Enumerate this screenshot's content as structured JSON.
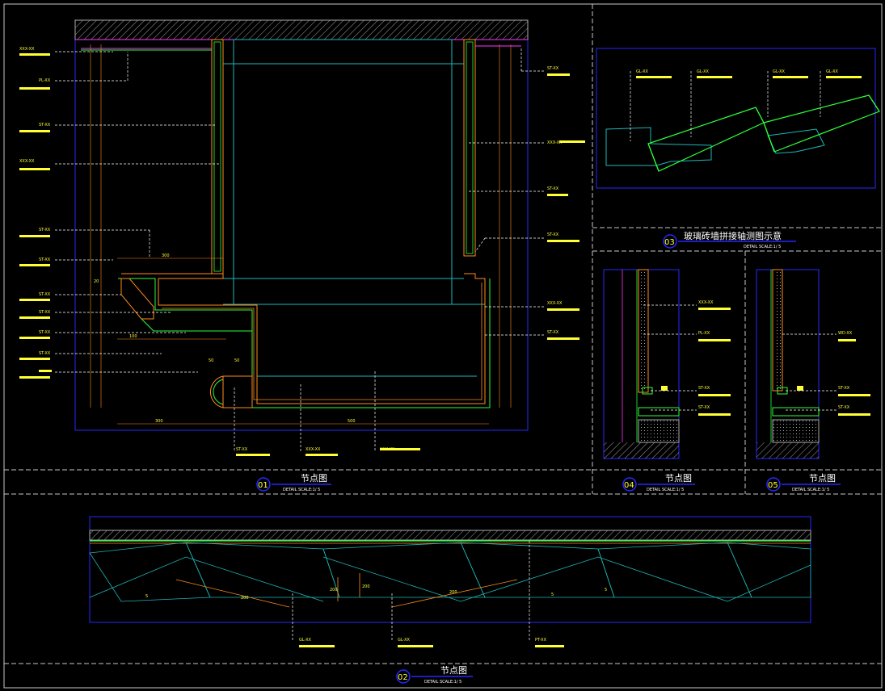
{
  "colors": {
    "background": "#000000",
    "frame": "#c8c8c8",
    "blue_line": "#2828ff",
    "cyan_line": "#1fb6b6",
    "green_line": "#2cff3a",
    "orange_line": "#ff8c1a",
    "yellow_text": "#ffff33",
    "magenta_line": "#ff33ff",
    "white_text": "#ffffff"
  },
  "detail_01": {
    "number": "01",
    "title": "节点图",
    "scale": "DETAIL   SCALE:1/ 5",
    "left_labels": [
      "XXX-XX",
      "PL-XX",
      "ST-XX",
      "XXX-XX",
      "ST-XX",
      "ST-XX",
      "ST-XX",
      "ST-XX",
      "ST-XX",
      "ST-XX"
    ],
    "right_labels": [
      "ST-XX",
      "XXX-XX",
      "ST-XX",
      "ST-XX",
      "XXX-XX",
      "ST-XX"
    ],
    "bottom_labels": [
      "ST-XX",
      "XXX-XX",
      "XXX-XX"
    ],
    "dims": [
      "300",
      "100",
      "50",
      "500",
      "50",
      "300",
      "20"
    ]
  },
  "detail_02": {
    "number": "02",
    "title": "节点图",
    "scale": "DETAIL   SCALE:1/ 5",
    "labels": [
      "GL-XX",
      "GL-XX",
      "PT-XX"
    ],
    "dims": [
      "5",
      "200",
      "200",
      "200",
      "200",
      "5",
      "5"
    ]
  },
  "detail_03": {
    "number": "03",
    "title": "玻璃砖墙拼接轴测图示意",
    "scale": "DETAIL   SCALE:1/ 5",
    "labels": [
      "GL-XX",
      "GL-XX",
      "GL-XX",
      "GL-XX"
    ]
  },
  "detail_04": {
    "number": "04",
    "title": "节点图",
    "scale": "DETAIL   SCALE:1/ 5",
    "labels": [
      "XXX-XX",
      "PL-XX",
      "ST-XX",
      "ST-XX"
    ]
  },
  "detail_05": {
    "number": "05",
    "title": "节点图",
    "scale": "DETAIL   SCALE:1/ 5",
    "labels": [
      "WD-XX",
      "ST-XX",
      "ST-XX"
    ]
  }
}
